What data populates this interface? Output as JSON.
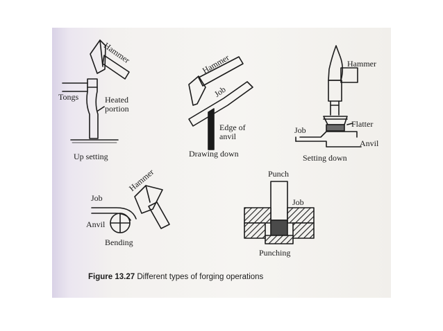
{
  "figure": {
    "caption_number": "Figure 13.27",
    "caption_text": "Different types of forging operations"
  },
  "colors": {
    "ink": "#1b1b1b",
    "scan_background": "#f4f3f0",
    "scan_left_tint": "#d9d2e6"
  },
  "upsetting": {
    "hammer": "Hammer",
    "tongs": "Tongs",
    "heated": "Heated",
    "portion": "portion",
    "title": "Up setting"
  },
  "drawing_down": {
    "hammer": "Hammer",
    "job": "Job",
    "edge_of": "Edge of",
    "anvil": "anvil",
    "title": "Drawing down"
  },
  "setting_down": {
    "hammer": "Hammer",
    "flatter": "Flatter",
    "job": "Job",
    "anvil": "Anvil",
    "title": "Setting down"
  },
  "bending": {
    "hammer": "Hammer",
    "job": "Job",
    "anvil": "Anvil",
    "title": "Bending"
  },
  "punching": {
    "punch": "Punch",
    "job": "Job",
    "title": "Punching"
  }
}
